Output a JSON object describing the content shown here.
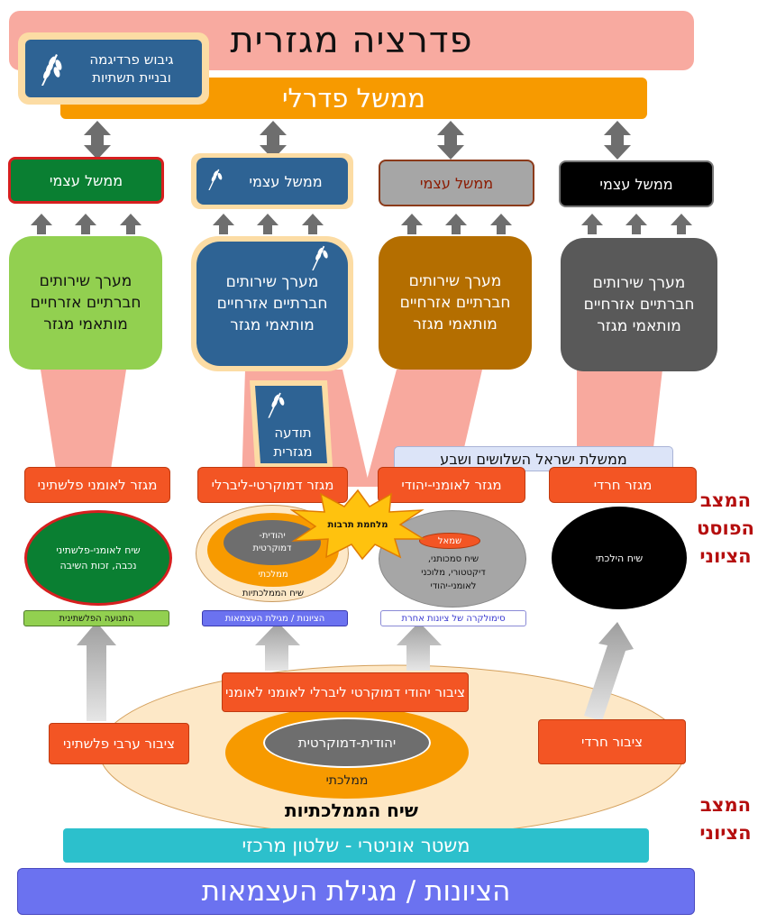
{
  "title": "פדרציה מגזרית",
  "federal_gov": "ממשל פדרלי",
  "paradigm_box": {
    "line1": "גיבוש פרדיגמה",
    "line2": "ובניית תשתיות"
  },
  "self_gov_label": "ממשל עצמי",
  "service_system": {
    "line1": "מערך שירותים",
    "line2": "חברתיים אזרחיים",
    "line3": "מותאמי מגזר"
  },
  "sector_awareness": {
    "line1": "תודעה",
    "line2": "מגזרית"
  },
  "israel_gov_banner": "ממשלת ישראל השלושים ושבע",
  "sectors": {
    "palestinian": "מגזר לאומני פלשתיני",
    "democratic_liberal": "מגזר דמוקרטי-ליברלי",
    "national_jewish": "מגזר לאומני-יהודי",
    "haredi": "מגזר חרדי"
  },
  "culture_war": "מלחמת תרבות",
  "discourses": {
    "palestinian": {
      "line1": "שיח לאומני-פלשתיני",
      "line2": "נכבה, זכות השיבה"
    },
    "liberal_core": {
      "line1": "יהודית-",
      "line2": "דמוקרטית"
    },
    "liberal_mid": "ממלכתי",
    "liberal_outer": "שיח הממלכתיות",
    "jewish_left": "שמאל",
    "jewish": {
      "line1": "שיח סמכותני,",
      "line2": "דיקטטורי, מלוכני",
      "line3": "לאומני-יהודי"
    },
    "haredi": "שיח הילכתי"
  },
  "tags": {
    "palestinian": "התנועה הפלשתינית",
    "liberal": "הציונות / מגילת העצמאות",
    "jewish": "סימולקרה של ציונות אחרת"
  },
  "publics": {
    "jewish_dem": "ציבור יהודי דמוקרטי ליברלי לאומני  לאומני",
    "arab": "ציבור ערבי פלשתיני",
    "haredi": "ציבור חרדי"
  },
  "statism": {
    "core": "יהודית-דמוקרטית",
    "mid": "ממלכתי",
    "outer": "שיח הממלכתיות"
  },
  "status_post_zionist": {
    "line1": "המצב",
    "line2": "הפוסט",
    "line3": "הציוני"
  },
  "status_zionist": {
    "line1": "המצב",
    "line2": "הציוני"
  },
  "unitary_regime": "משטר אוניטרי - שלטון מרכזי",
  "bottom_title": "הציונות / מגילת העצמאות",
  "colors": {
    "title_bg": "#f8aaa0",
    "federal": "#f79a00",
    "blue": "#2e6394",
    "green": "#92d050",
    "dark_green": "#0a7f32",
    "brown": "#b46e00",
    "gray": "#595959",
    "sector": "#f35524",
    "teal": "#2cc0cc",
    "purple": "#6b72f0",
    "red_text": "#b50e0e"
  }
}
